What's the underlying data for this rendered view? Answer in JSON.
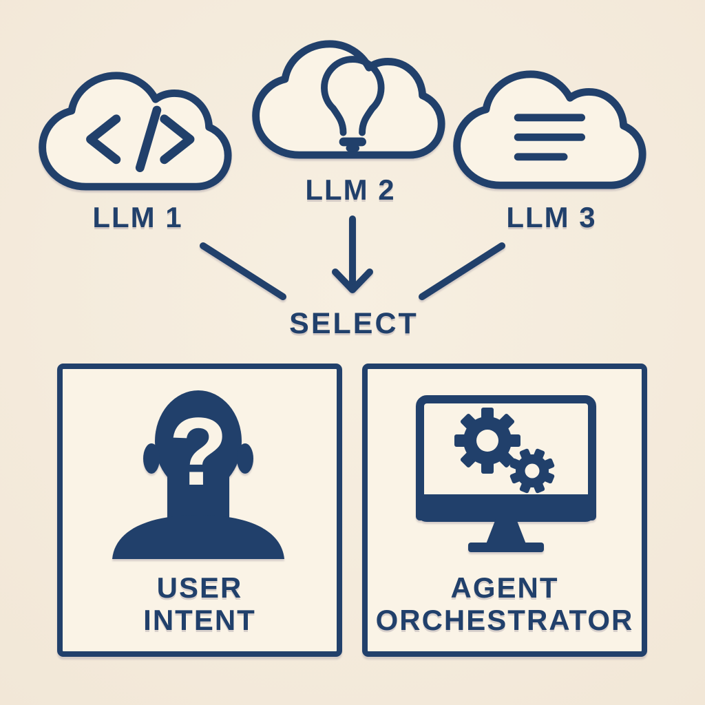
{
  "palette": {
    "background": "#f4ebdc",
    "surface": "#faf3e6",
    "ink": "#21406b"
  },
  "clouds": [
    {
      "label": "LLM 1",
      "icon": "code-icon"
    },
    {
      "label": "LLM 2",
      "icon": "lightbulb-icon"
    },
    {
      "label": "LLM 3",
      "icon": "text-lines-icon"
    }
  ],
  "connector": {
    "label": "SELECT",
    "arrows": [
      "llm1-to-select-line",
      "select-arrow-down",
      "llm3-to-select-line"
    ]
  },
  "boxes": [
    {
      "icon": "user-silhouette-question-icon",
      "glyph": "?",
      "label_line1": "USER",
      "label_line2": "INTENT"
    },
    {
      "icon": "monitor-gears-icon",
      "label_line1": "AGENT",
      "label_line2": "ORCHESTRATOR"
    }
  ]
}
